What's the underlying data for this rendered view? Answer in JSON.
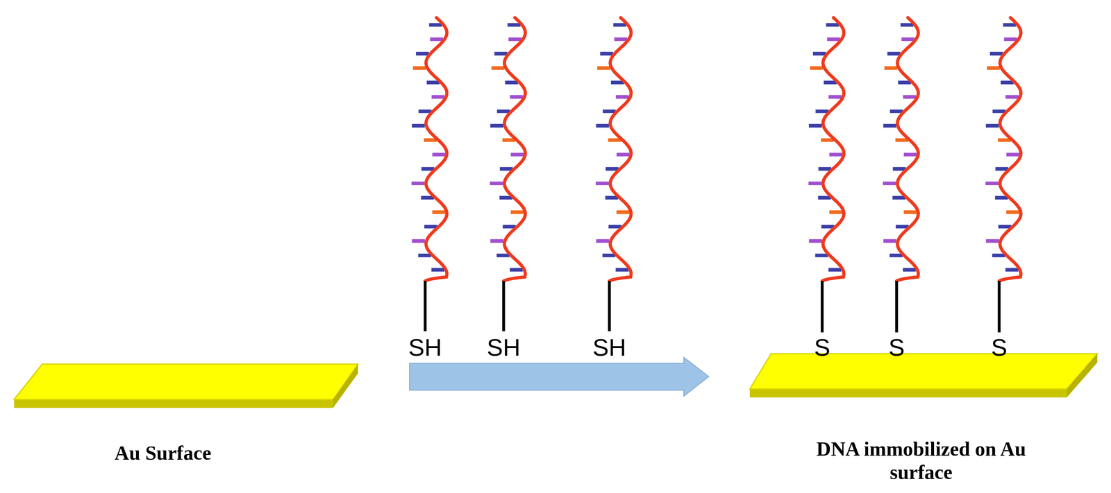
{
  "diagram": {
    "labels": [
      "Au Surface",
      "SH",
      "SH",
      "SH",
      "S",
      "S",
      "S",
      "DNA immobilized on Au surface"
    ]
  }
}
